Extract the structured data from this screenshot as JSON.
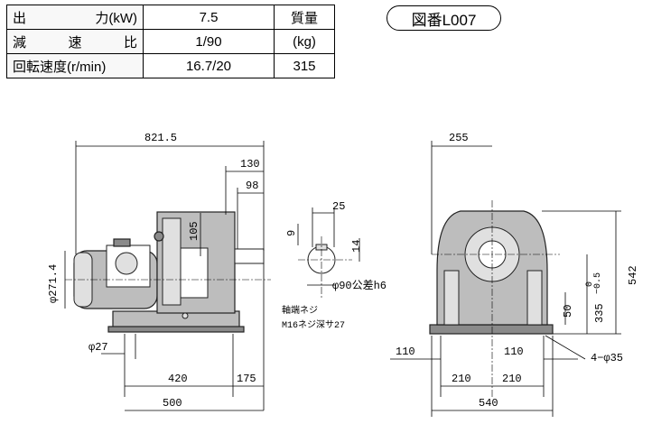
{
  "spec_table": {
    "row1": {
      "label_a": "出",
      "label_b": "力(kW)",
      "value": "7.5",
      "mass_head": "質量"
    },
    "row2": {
      "label_a": "減",
      "label_b": "速",
      "label_c": "比",
      "value": "1/90",
      "mass_unit": "(kg)"
    },
    "row3": {
      "label": "回転速度(r/min)",
      "value": "16.7/20",
      "mass_value": "315"
    }
  },
  "drawing_number": "図番L007",
  "dimensions": {
    "overall_length": "821.5",
    "shaft_extension": "130",
    "shaft_length": "98",
    "shaft_height_offset": "105",
    "motor_diameter": "φ271.4",
    "foot_hole_left": "φ27",
    "foot_pitch_side": "420",
    "foot_right": "175",
    "base_length": "500",
    "key_width": "25",
    "key_depth": "9",
    "key_height": "14",
    "shaft_diameter": "φ90公差h6",
    "shaft_end_thread_1": "軸端ネジ",
    "shaft_end_thread_2": "M16ネジ深サ27",
    "top_width": "255",
    "total_height": "542",
    "center_height": "335",
    "tolerance_top": "0",
    "tolerance_bottom": "−0.5",
    "foot_thickness": "50",
    "holes": "4−φ35",
    "front_overhang_left": "110",
    "front_overhang_right": "110",
    "front_half_left": "210",
    "front_half_right": "210",
    "base_width": "540"
  }
}
